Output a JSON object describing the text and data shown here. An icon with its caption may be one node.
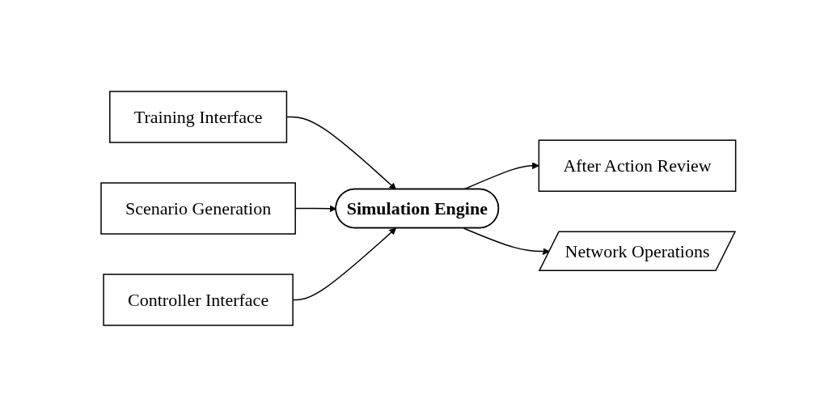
{
  "diagram": {
    "nodes": [
      {
        "text": [
          "Training Interface"
        ]
      },
      {
        "text": [
          "Scenario Generation"
        ]
      },
      {
        "text": [
          "Simulation Engine"
        ]
      },
      {
        "text": [
          "After Action Review"
        ]
      },
      {
        "text": [
          "Controller Interface"
        ]
      },
      {
        "text": [
          "Network Operations"
        ]
      }
    ],
    "edges": [
      {
        "from": 0,
        "to": 2,
        "arrow": "to"
      },
      {
        "from": 1,
        "to": 2,
        "arrow": "to"
      },
      {
        "from": 2,
        "to": 3,
        "arrow": "to"
      },
      {
        "from": 4,
        "to": 2,
        "arrow": "to"
      },
      {
        "from": 2,
        "to": 5,
        "arrow": "to"
      }
    ]
  }
}
